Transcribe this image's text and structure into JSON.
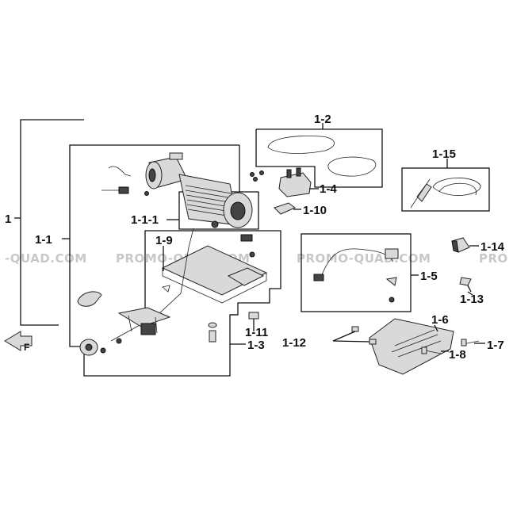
{
  "watermark": {
    "texts": [
      "-QUAD.COM",
      "PROMO-QUAD.COM",
      "PROMO-QUAD.COM",
      "PRO"
    ]
  },
  "labels": {
    "l1": "1",
    "l1_1": "1-1",
    "l1_1_1": "1-1-1",
    "l1_2": "1-2",
    "l1_3": "1-3",
    "l1_4": "1-4",
    "l1_5": "1-5",
    "l1_6": "1-6",
    "l1_7": "1-7",
    "l1_8": "1-8",
    "l1_9": "1-9",
    "l1_10": "1-10",
    "l1_11": "1-11",
    "l1_12": "1-12",
    "l1_13": "1-13",
    "l1_14": "1-14",
    "l1_15": "1-15",
    "front_mark": "F"
  }
}
